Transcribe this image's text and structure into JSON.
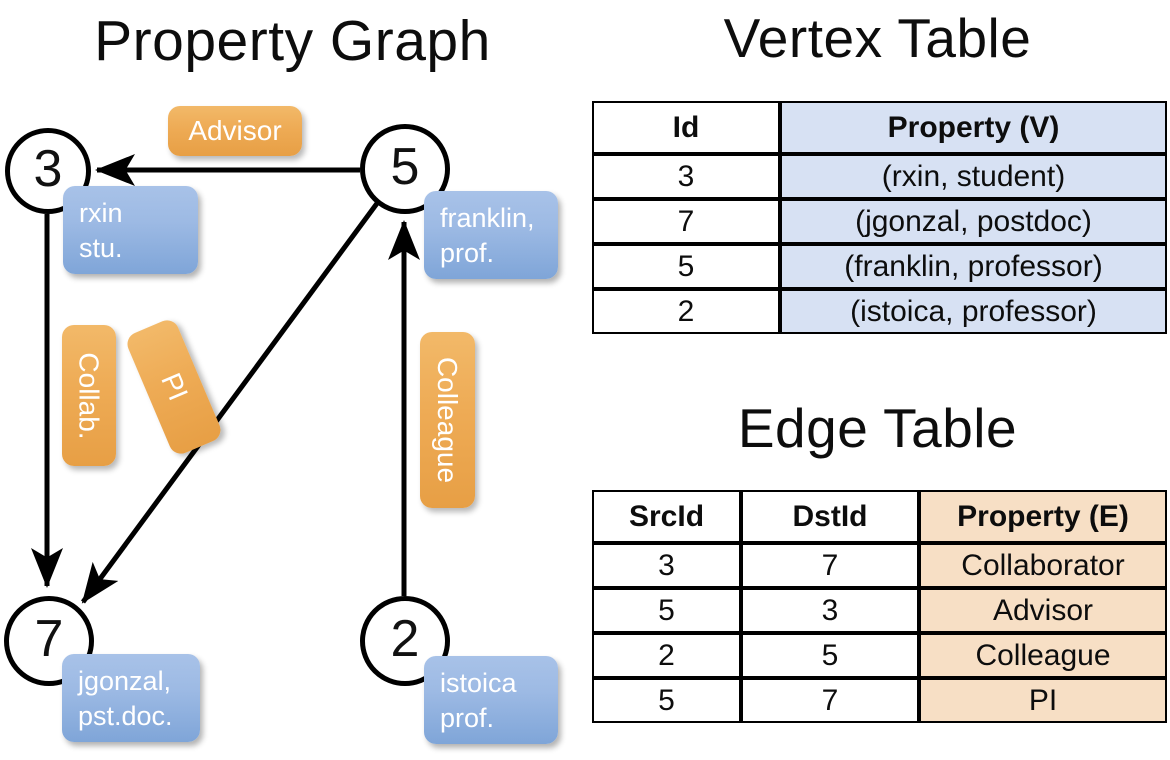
{
  "titles": {
    "property_graph": "Property Graph",
    "vertex_table": "Vertex Table",
    "edge_table": "Edge Table"
  },
  "graph": {
    "vertices": [
      {
        "id": "3",
        "property": "rxin\nstu."
      },
      {
        "id": "5",
        "property": "franklin,\nprof."
      },
      {
        "id": "7",
        "property": "jgonzal,\npst.doc."
      },
      {
        "id": "2",
        "property": "istoica\nprof."
      }
    ],
    "edge_labels": [
      {
        "name": "advisor",
        "text": "Advisor"
      },
      {
        "name": "collab",
        "text": "Collab."
      },
      {
        "name": "pi",
        "text": "PI"
      },
      {
        "name": "colleague",
        "text": "Colleague"
      }
    ]
  },
  "vertex_table": {
    "headers": [
      "Id",
      "Property (V)"
    ],
    "rows": [
      {
        "id": "3",
        "property": "(rxin, student)"
      },
      {
        "id": "7",
        "property": "(jgonzal, postdoc)"
      },
      {
        "id": "5",
        "property": "(franklin, professor)"
      },
      {
        "id": "2",
        "property": "(istoica, professor)"
      }
    ]
  },
  "edge_table": {
    "headers": [
      "SrcId",
      "DstId",
      "Property (E)"
    ],
    "rows": [
      {
        "src": "3",
        "dst": "7",
        "property": "Collaborator"
      },
      {
        "src": "5",
        "dst": "3",
        "property": "Advisor"
      },
      {
        "src": "2",
        "dst": "5",
        "property": "Colleague"
      },
      {
        "src": "5",
        "dst": "7",
        "property": "PI"
      }
    ]
  },
  "colors": {
    "vertex_property_fill": "#d7e1f3",
    "edge_property_fill": "#f7dfc5",
    "node_box_blue": "#9dbae4",
    "edge_label_orange": "#eeab55",
    "stroke": "#000000"
  }
}
